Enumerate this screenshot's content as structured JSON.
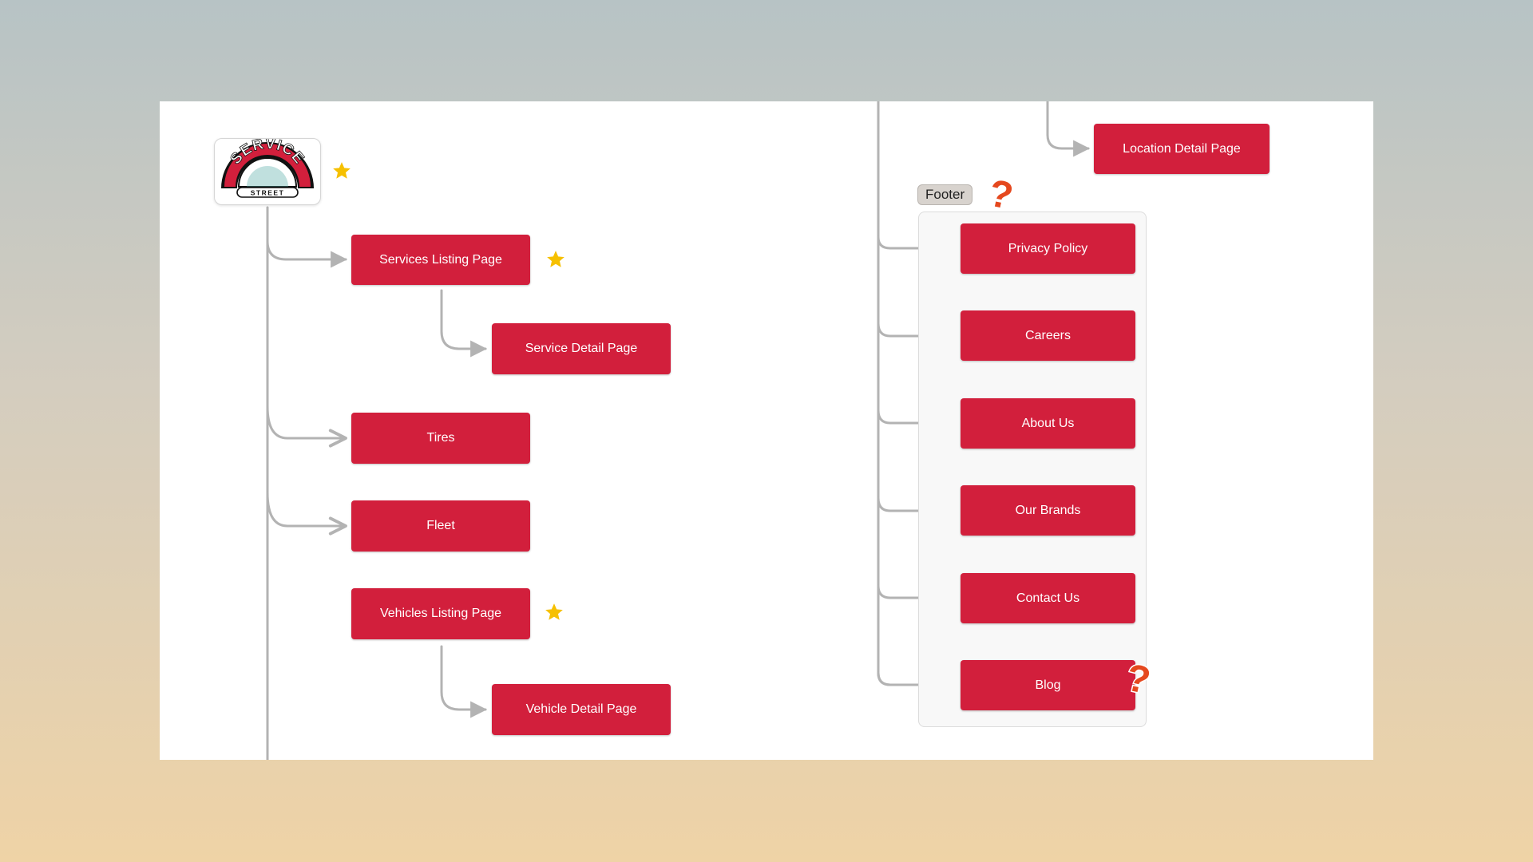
{
  "logo": {
    "top_text": "SERVICE",
    "bottom_text": "STREET"
  },
  "nodes": {
    "services_listing": "Services Listing Page",
    "service_detail": "Service Detail Page",
    "tires": "Tires",
    "fleet": "Fleet",
    "vehicles_listing": "Vehicles Listing Page",
    "vehicle_detail": "Vehicle Detail Page",
    "location_detail": "Location Detail Page",
    "privacy_policy": "Privacy Policy",
    "careers": "Careers",
    "about_us": "About Us",
    "our_brands": "Our Brands",
    "contact_us": "Contact Us",
    "blog": "Blog"
  },
  "footer": {
    "label": "Footer"
  },
  "colors": {
    "node": "#d21f3c",
    "connector": "#b3b3b3",
    "star": "#f6c000",
    "question": "#e5481e"
  },
  "icons": {
    "favorite": "star-icon",
    "uncertain": "question-mark-icon"
  }
}
